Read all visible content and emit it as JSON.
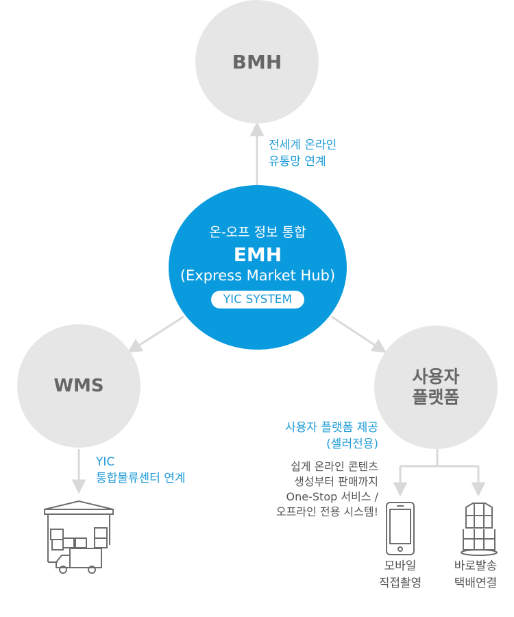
{
  "colors": {
    "primary_blue": "#0a9ade",
    "accent_text_blue": "#1e9bd7",
    "gray_node": "#e6e6e6",
    "gray_text": "#666666",
    "connector": "#d9d9d9",
    "icon_stroke": "#6d6d6d"
  },
  "center": {
    "line1": "온-오프 정보 통합",
    "title": "EMH",
    "subtitle": "(Express Market Hub)",
    "badge": "YIC SYSTEM"
  },
  "nodes": {
    "bmh": {
      "label": "BMH"
    },
    "wms": {
      "label": "WMS"
    },
    "user_platform": {
      "line1": "사용자",
      "line2": "플랫폼"
    }
  },
  "edges": {
    "to_bmh": {
      "line1": "전세계 온라인",
      "line2": "유통망 연계"
    },
    "wms_down": {
      "line1": "YIC",
      "line2": "통합물류센터 연계"
    },
    "user_platform_desc": {
      "heading1": "사용자 플랫폼 제공",
      "heading2": "(셀러전용)",
      "body1": "쉽게 온라인 콘텐츠",
      "body2": "생성부터 판매까지",
      "body3": "One-Stop 서비스 /",
      "body4": "오프라인 전용 시스템!"
    }
  },
  "icons": {
    "warehouse": "warehouse-truck-icon",
    "mobile": "smartphone-icon",
    "delivery": "parcel-stack-icon"
  },
  "leaves": {
    "mobile": {
      "line1": "모바일",
      "line2": "직접촬영"
    },
    "delivery": {
      "line1": "바로발송",
      "line2": "택배연결"
    }
  }
}
